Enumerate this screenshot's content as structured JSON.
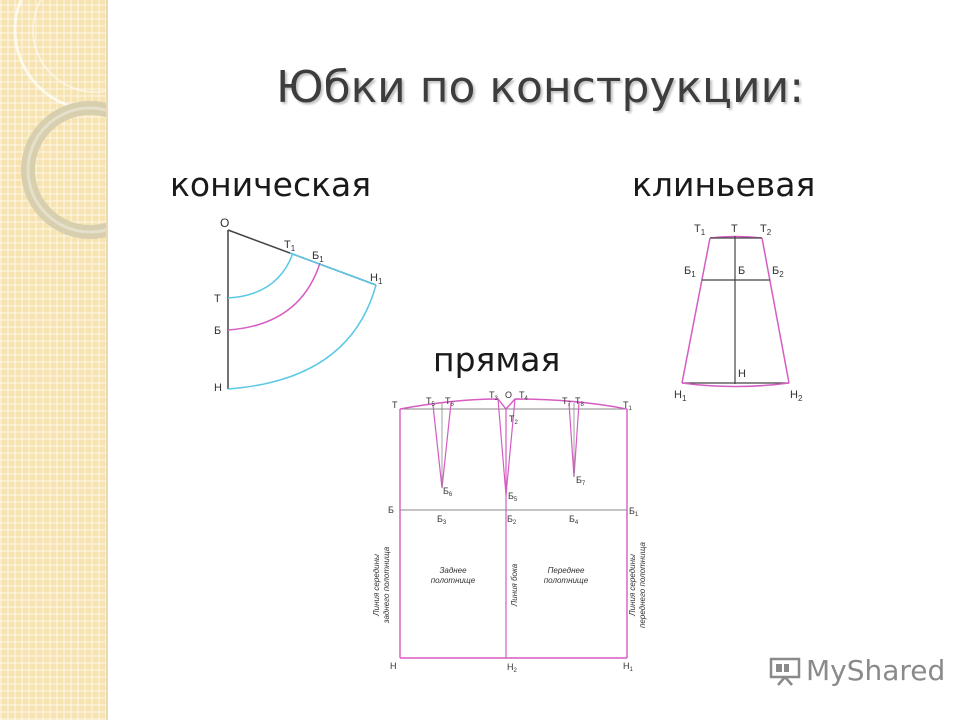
{
  "slide": {
    "title": "Юбки по конструкции:",
    "labels": {
      "conical": "коническая",
      "wedge": "клиньевая",
      "straight": "прямая"
    }
  },
  "colors": {
    "background": "#ffffff",
    "side_panel": "#f6e3b0",
    "cyan_line": "#5bc8e6",
    "magenta_line": "#d65cc3",
    "dark_line": "#444444"
  },
  "conical_diagram": {
    "points": {
      "O": "О",
      "T": "Т",
      "B": "Б",
      "H": "Н",
      "T1": "Т",
      "T1_sub": "1",
      "B1": "Б",
      "B1_sub": "1",
      "H1": "Н",
      "H1_sub": "1"
    }
  },
  "wedge_diagram": {
    "points": {
      "T": "Т",
      "T1": "Т",
      "T1_sub": "1",
      "T2": "Т",
      "T2_sub": "2",
      "B": "Б",
      "B1": "Б",
      "B1_sub": "1",
      "B2": "Б",
      "B2_sub": "2",
      "H": "Н",
      "H1": "Н",
      "H1_sub": "1",
      "H2": "Н",
      "H2_sub": "2"
    }
  },
  "straight_diagram": {
    "points": {
      "T": "Т",
      "T5": "Т",
      "T5_sub": "5",
      "T6": "Т",
      "T6_sub": "6",
      "T3": "Т",
      "T3_sub": "3",
      "O": "О",
      "T4": "Т",
      "T4_sub": "4",
      "T7": "Т",
      "T7_sub": "7",
      "T8": "Т",
      "T8_sub": "8",
      "T1": "Т",
      "T1_sub": "1",
      "T2": "Т",
      "T2_sub": "2",
      "B6": "Б",
      "B6_sub": "6",
      "B5": "Б",
      "B5_sub": "5",
      "B7": "Б",
      "B7_sub": "7",
      "B": "Б",
      "B3": "Б",
      "B3_sub": "3",
      "B2": "Б",
      "B2_sub": "2",
      "B4": "Б",
      "B4_sub": "4",
      "B1": "Б",
      "B1_sub": "1",
      "H": "Н",
      "H2": "Н",
      "H2_sub": "2",
      "H1": "Н",
      "H1_sub": "1"
    },
    "panel_back_line1": "Заднее",
    "panel_back_line2": "полотнище",
    "panel_front_line1": "Переднее",
    "panel_front_line2": "полотнище",
    "side_line": "Линия бока",
    "back_center_line1": "Линия середины",
    "back_center_line2": "заднего полотнища",
    "front_center_line1": "Линия середины",
    "front_center_line2": "переднего полотнища"
  },
  "watermark": {
    "text": "MyShared",
    "icon": "presentation-board-icon"
  }
}
